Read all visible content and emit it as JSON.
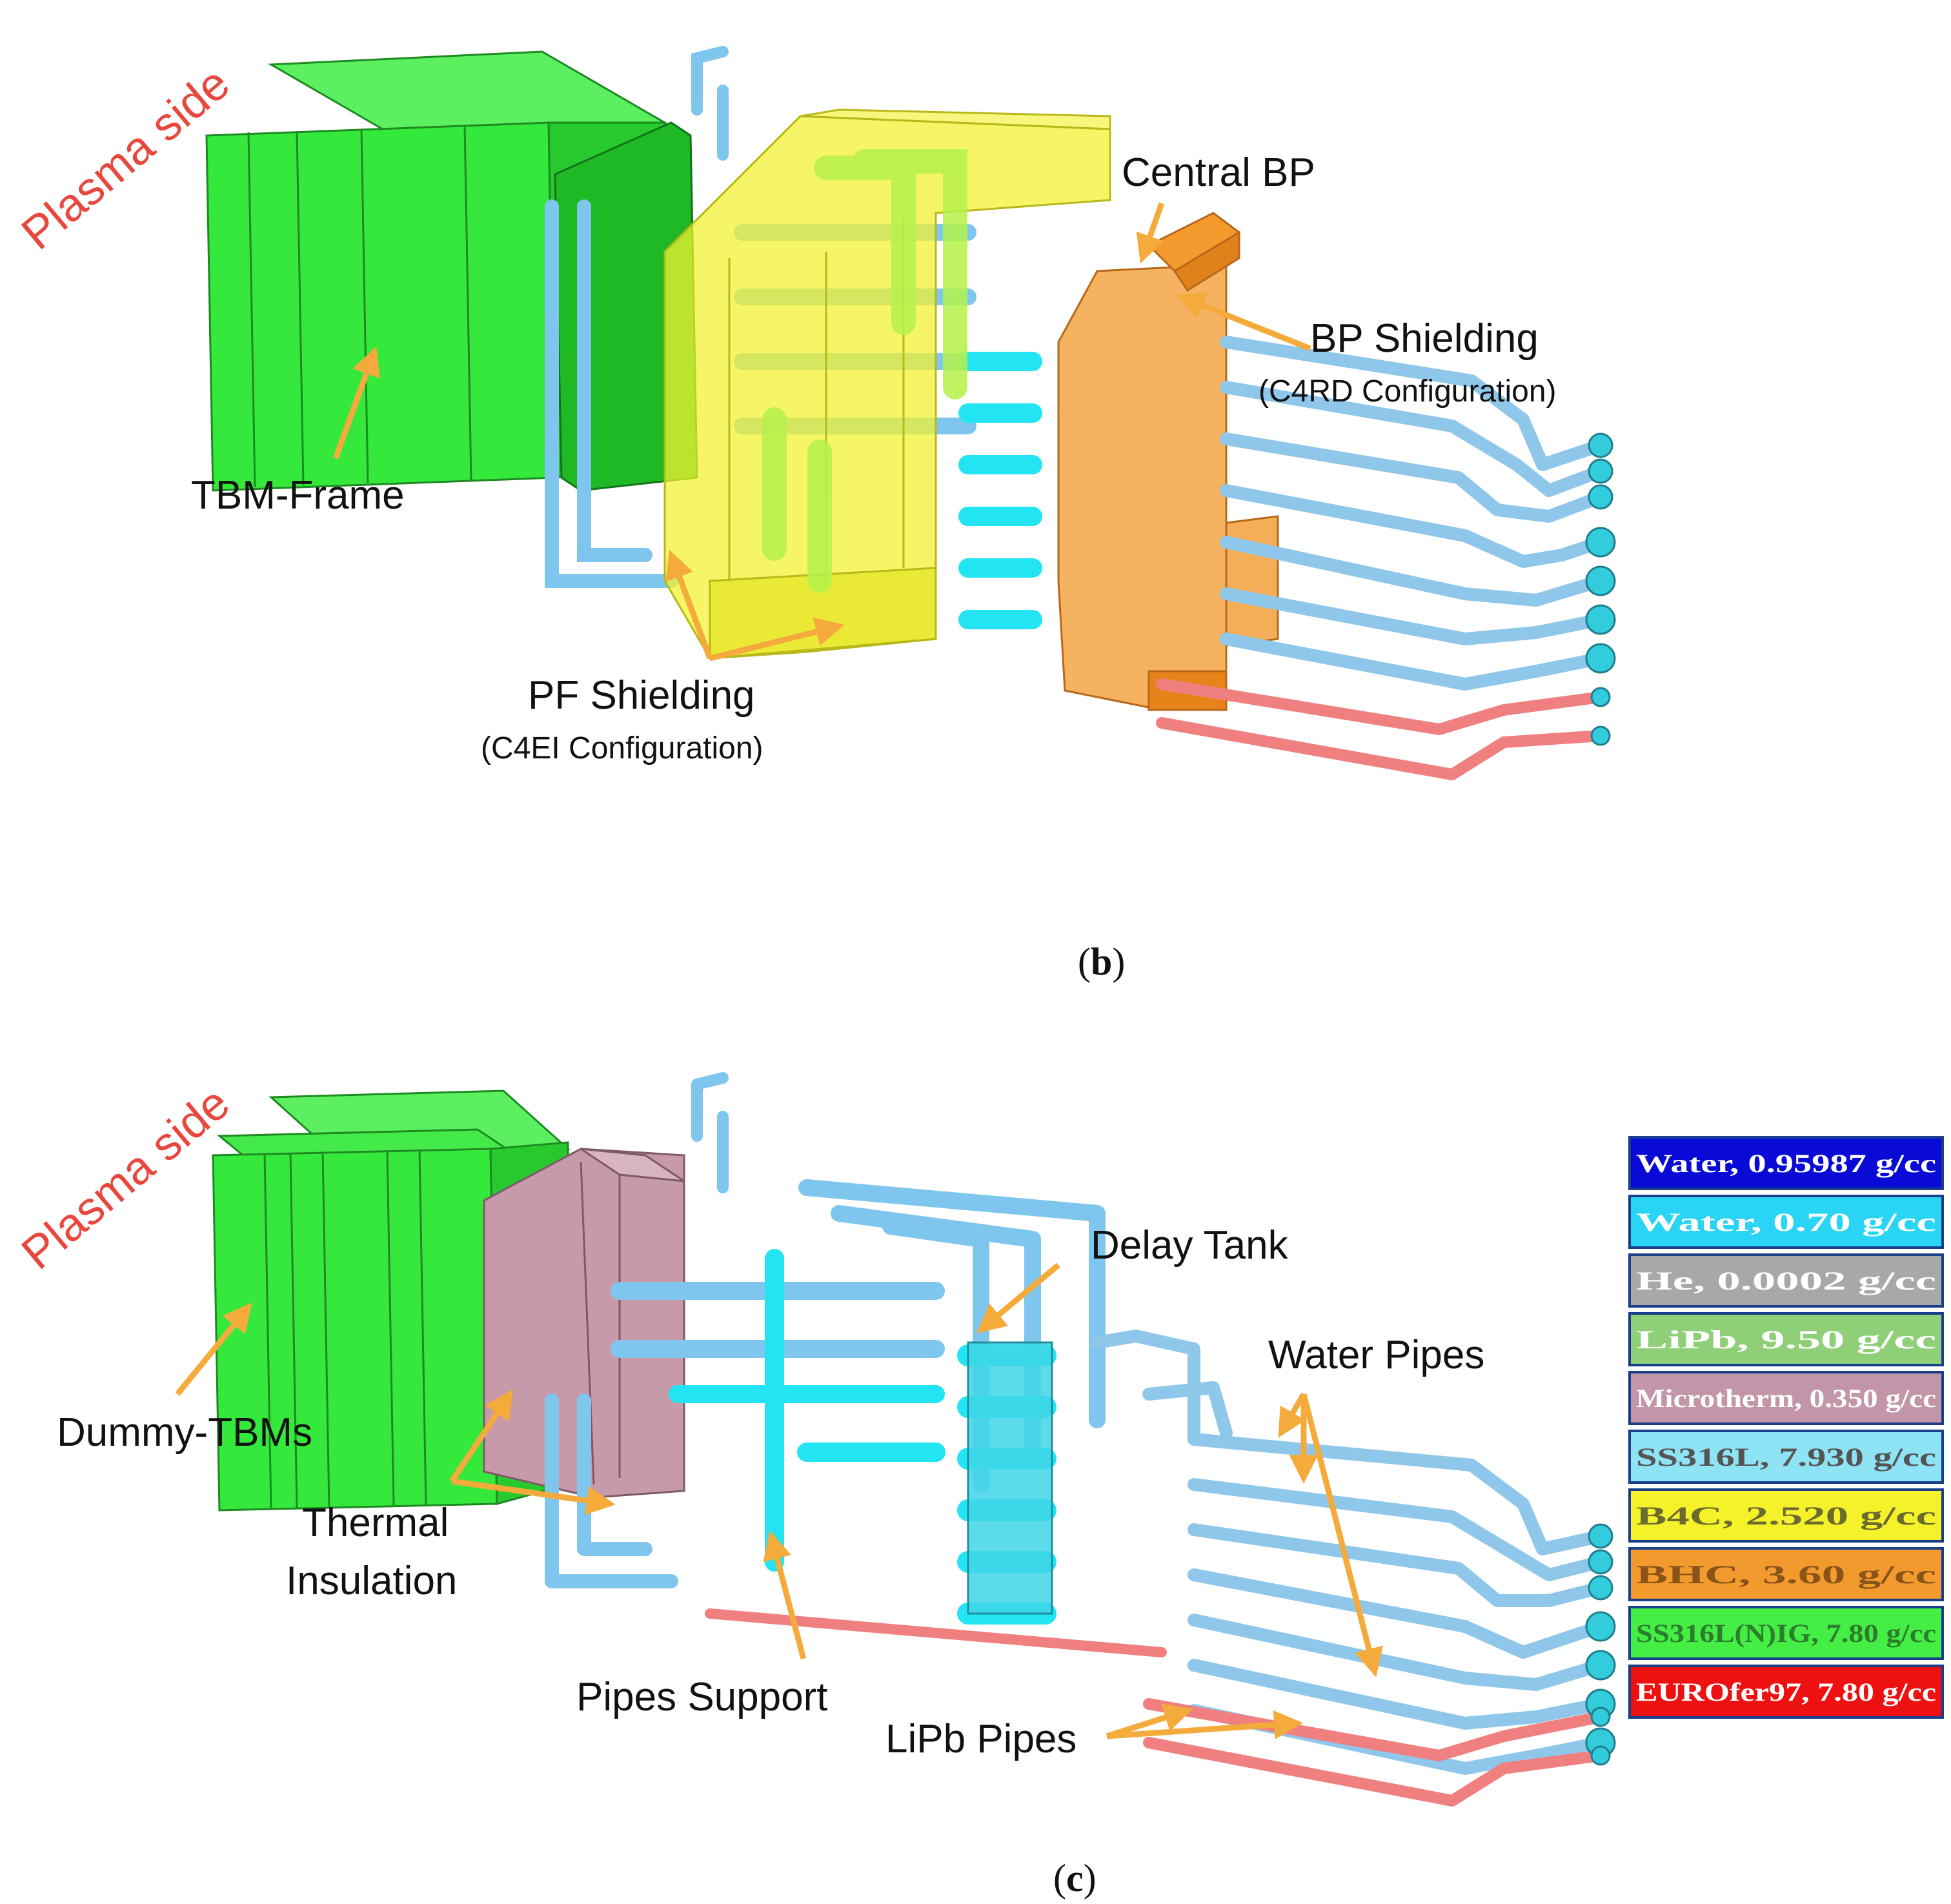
{
  "colors": {
    "tbm_green": "#35e83c",
    "shield_yellow": "#f1f232",
    "bp_orange": "#f29a2e",
    "pipe_blue": "#7fc6ee",
    "pipe_cyan": "#22e4f2",
    "lipb_red": "#f08080",
    "insulation_mauve": "#c79aaa",
    "arrow_orange": "#f5ab3c",
    "plasma_red": "#e8473e"
  },
  "panel_b": {
    "plasma_label": "Plasma side",
    "labels": {
      "tbm_frame": "TBM-Frame",
      "pf_shielding": "PF Shielding",
      "pf_config": "(C4EI Configuration)",
      "central_bp": "Central BP",
      "bp_shielding": "BP Shielding",
      "bp_config": "(C4RD Configuration)"
    },
    "caption_letter": "b"
  },
  "panel_c": {
    "plasma_label": "Plasma side",
    "labels": {
      "dummy_tbms": "Dummy-TBMs",
      "thermal_1": "Thermal",
      "thermal_2": "Insulation",
      "pipes_support": "Pipes Support",
      "delay_tank": "Delay Tank",
      "water_pipes": "Water Pipes",
      "lipb_pipes": "LiPb Pipes"
    },
    "caption_letter": "c"
  },
  "legend": [
    {
      "text": "Water, 0.95987 g/cc",
      "color": "#0a0ad6",
      "text_color": "#ffffff"
    },
    {
      "text": "Water, 0.70 g/cc",
      "color": "#2ad4f4",
      "text_color": "#ffffff"
    },
    {
      "text": "He, 0.0002 g/cc",
      "color": "#a8a8a8",
      "text_color": "#ffffff"
    },
    {
      "text": "LiPb, 9.50 g/cc",
      "color": "#8fcf78",
      "text_color": "#ffffff"
    },
    {
      "text": "Microtherm, 0.350 g/cc",
      "color": "#c295a8",
      "text_color": "#ffffff"
    },
    {
      "text": "SS316L, 7.930 g/cc",
      "color": "#8ee3f4",
      "text_color": "#555555"
    },
    {
      "text": "B4C, 2.520 g/cc",
      "color": "#f5f22a",
      "text_color": "#6b6b30"
    },
    {
      "text": "BHC, 3.60 g/cc",
      "color": "#f29a2e",
      "text_color": "#8a5318"
    },
    {
      "text": "SS316L(N)IG, 7.80 g/cc",
      "color": "#44ee44",
      "text_color": "#2c7d2c"
    },
    {
      "text": "EUROfer97, 7.80 g/cc",
      "color": "#ee1111",
      "text_color": "#ffffff"
    }
  ]
}
